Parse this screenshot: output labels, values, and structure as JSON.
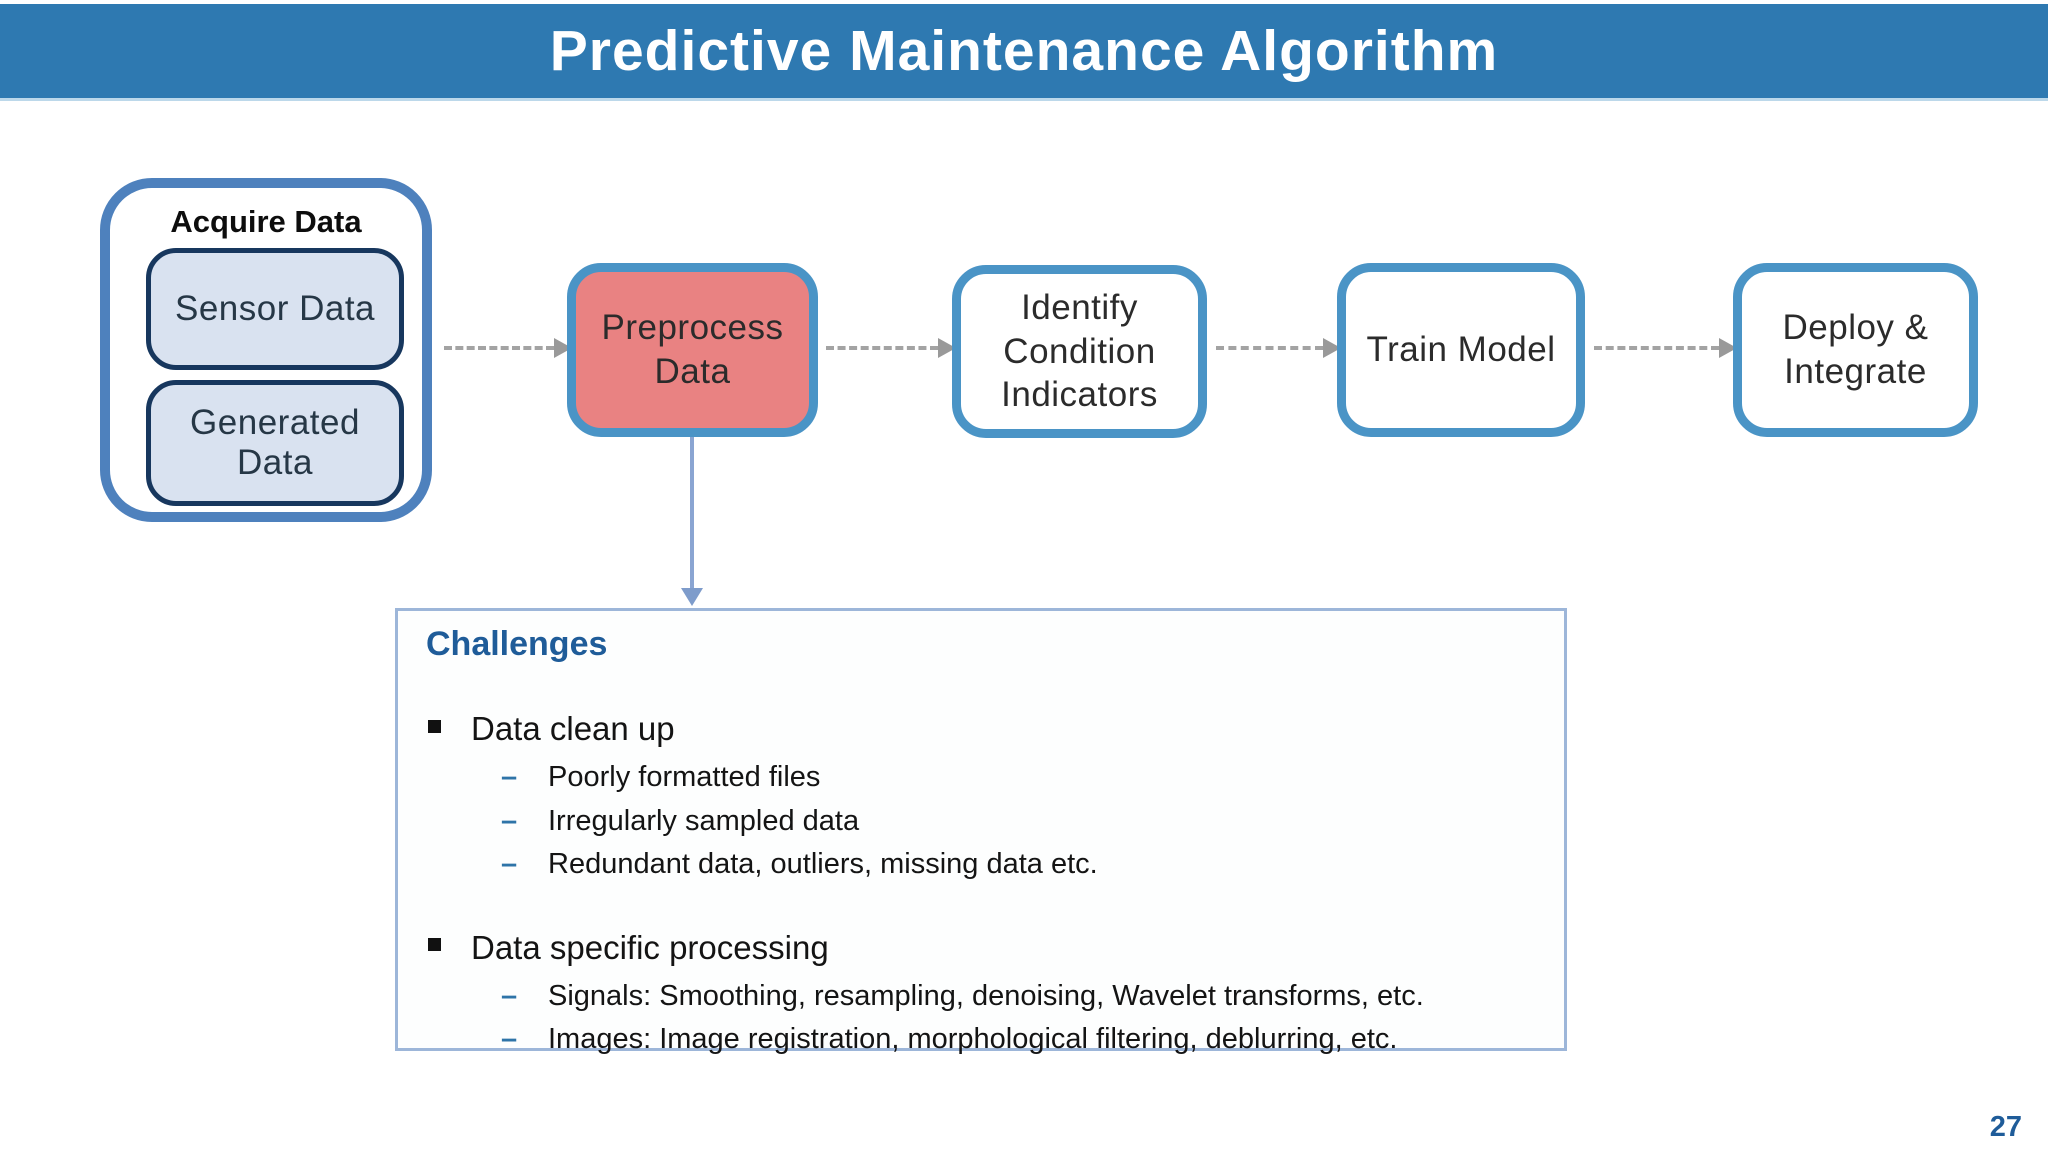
{
  "slide": {
    "title": "Predictive Maintenance Algorithm",
    "page_number": "27"
  },
  "flowchart": {
    "acquire_group": {
      "label": "Acquire Data",
      "items": [
        {
          "label": "Sensor Data"
        },
        {
          "label": "Generated Data"
        }
      ]
    },
    "steps": [
      {
        "label": "Preprocess Data",
        "highlighted": true
      },
      {
        "label": "Identify Condition Indicators",
        "highlighted": false
      },
      {
        "label": "Train Model",
        "highlighted": false
      },
      {
        "label": "Deploy & Integrate",
        "highlighted": false
      }
    ],
    "connector_style": "dashed-gray-arrow"
  },
  "challenges": {
    "title": "Challenges",
    "bullet_char": "▪",
    "sub_bullet_char": "–",
    "sections": [
      {
        "heading": "Data clean up",
        "items": [
          "Poorly formatted files",
          "Irregularly sampled data",
          "Redundant data, outliers, missing data etc."
        ]
      },
      {
        "heading": "Data specific processing",
        "items": [
          "Signals: Smoothing, resampling, denoising, Wavelet transforms, etc.",
          "Images: Image registration, morphological filtering, deblurring, etc."
        ]
      }
    ]
  },
  "colors": {
    "title_bar": "#2E79B1",
    "title_text": "#FFFFFF",
    "step_border": "#4A94C6",
    "acquire_border": "#4E81BD",
    "highlight_fill": "#E98282",
    "inner_box_fill": "#D9E2F0",
    "inner_box_border": "#17375E",
    "challenges_border": "#9DB6D9",
    "challenges_title": "#1F5C99",
    "dash_bullet": "#2E74A8",
    "connector_gray": "#A3A3A3",
    "connector_blue": "#8AA5D2"
  }
}
